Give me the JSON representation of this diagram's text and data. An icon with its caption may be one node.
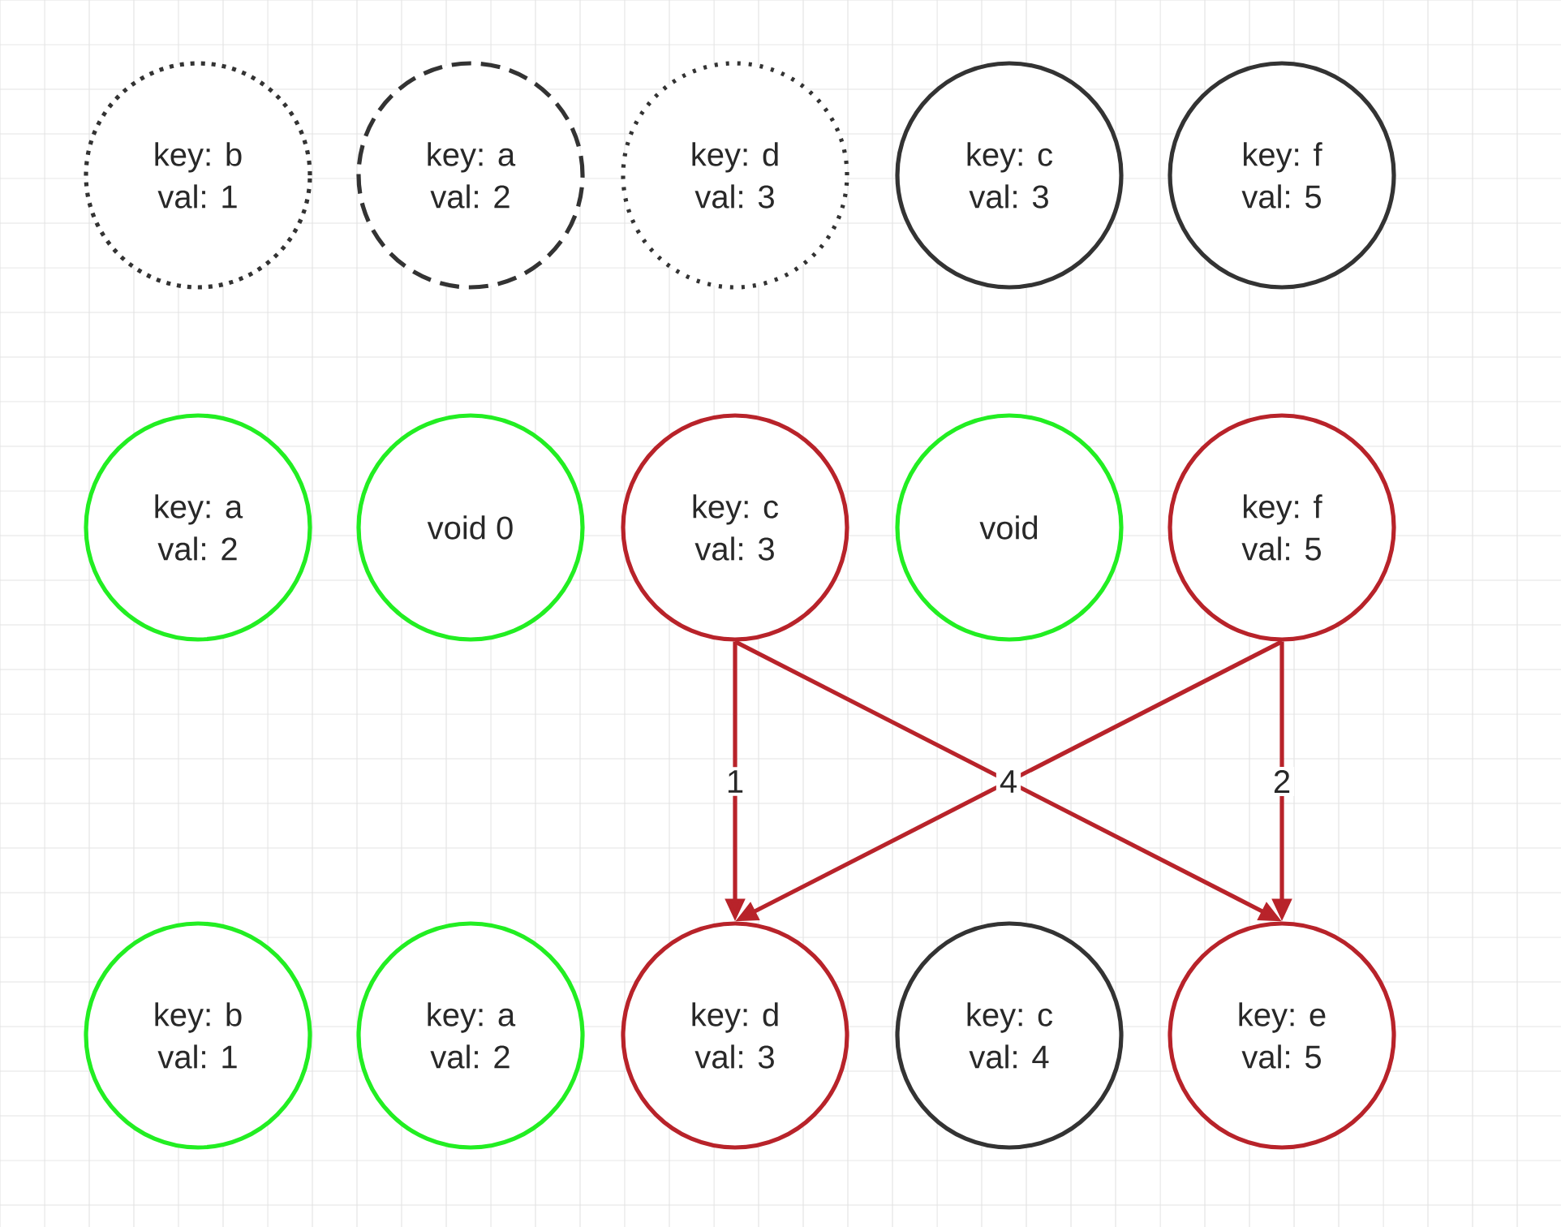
{
  "diagram": {
    "nodes": [
      {
        "text": [
          "key: b",
          "val: 1"
        ]
      },
      {
        "text": [
          "key: a",
          "val: 2"
        ]
      },
      {
        "text": [
          "key: d",
          "val: 3"
        ]
      },
      {
        "text": [
          "key: c",
          "val: 3"
        ]
      },
      {
        "text": [
          "key: f",
          "val: 5"
        ]
      },
      {
        "text": [
          "key: a",
          "val: 2"
        ]
      },
      {
        "text": [
          "void 0"
        ]
      },
      {
        "text": [
          "key: c",
          "val: 3"
        ]
      },
      {
        "text": [
          "void"
        ]
      },
      {
        "text": [
          "key: f",
          "val: 5"
        ]
      },
      {
        "text": [
          "key: b",
          "val: 1"
        ]
      },
      {
        "text": [
          "key: a",
          "val: 2"
        ]
      },
      {
        "text": [
          "key: d",
          "val: 3"
        ]
      },
      {
        "text": [
          "key: c",
          "val: 4"
        ]
      },
      {
        "text": [
          "key: e",
          "val: 5"
        ]
      }
    ],
    "edges": [
      {
        "from": 7,
        "to": 12,
        "arrow": "to",
        "label": "1"
      },
      {
        "from": 9,
        "to": 14,
        "arrow": "to",
        "label": "2"
      },
      {
        "from": 7,
        "to": 14,
        "arrow": "to"
      },
      {
        "from": 9,
        "to": 12,
        "arrow": "to",
        "label": "4"
      }
    ]
  }
}
